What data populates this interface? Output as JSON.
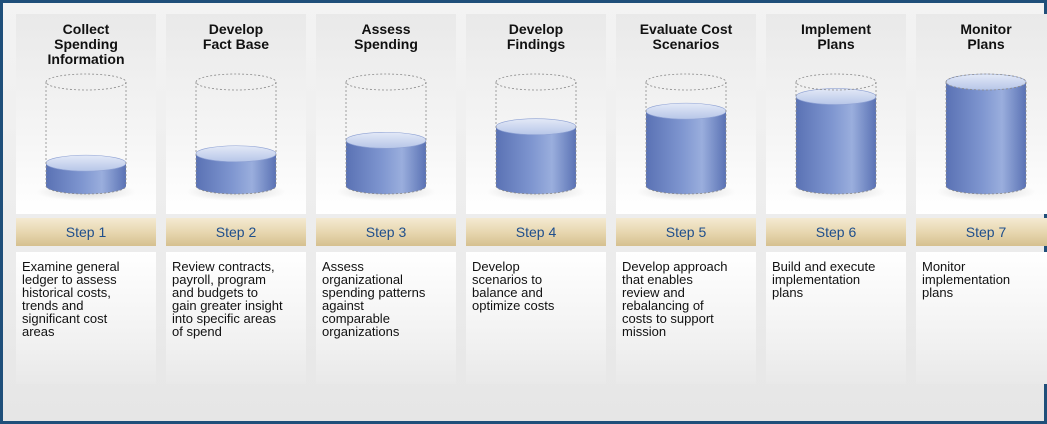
{
  "steps": [
    {
      "title": "Collect Spending Information",
      "title_lines": [
        "Collect",
        "Spending",
        "Information"
      ],
      "step": "Step 1",
      "fill": 0.22,
      "desc_lines": [
        "Examine general",
        "ledger to assess",
        "historical costs,",
        "trends and",
        "significant cost",
        "areas"
      ]
    },
    {
      "title": "Develop Fact Base",
      "title_lines": [
        "Develop",
        "Fact Base"
      ],
      "step": "Step 2",
      "fill": 0.31,
      "desc_lines": [
        "Review contracts,",
        "payroll, program",
        "and budgets to",
        "gain greater insight",
        "into specific areas",
        "of spend"
      ]
    },
    {
      "title": "Assess Spending",
      "title_lines": [
        "Assess",
        "Spending"
      ],
      "step": "Step 3",
      "fill": 0.44,
      "desc_lines": [
        "Assess",
        "organizational",
        "spending patterns",
        "against",
        "comparable",
        "organizations"
      ]
    },
    {
      "title": "Develop Findings",
      "title_lines": [
        "Develop",
        "Findings"
      ],
      "step": "Step 4",
      "fill": 0.57,
      "desc_lines": [
        "Develop",
        "scenarios to",
        "balance and",
        "optimize costs"
      ]
    },
    {
      "title": "Evaluate Cost Scenarios",
      "title_lines": [
        "Evaluate Cost",
        "Scenarios"
      ],
      "step": "Step 5",
      "fill": 0.72,
      "desc_lines": [
        "Develop approach",
        "that enables",
        "review and",
        "rebalancing of",
        "costs to support",
        "mission"
      ]
    },
    {
      "title": "Implement Plans",
      "title_lines": [
        "Implement",
        "Plans"
      ],
      "step": "Step 6",
      "fill": 0.86,
      "desc_lines": [
        "Build and execute",
        "implementation",
        "plans"
      ]
    },
    {
      "title": "Monitor Plans",
      "title_lines": [
        "Monitor",
        "Plans"
      ],
      "step": "Step 7",
      "fill": 1.0,
      "desc_lines": [
        "Monitor",
        "implementation",
        "plans"
      ]
    }
  ],
  "colors": {
    "frame_border": "#1f4f7a",
    "liquid_light": "#b7c6e8",
    "liquid_mid": "#7f96d0",
    "liquid_dark": "#5a72b4",
    "step_text": "#1e4e8c"
  }
}
